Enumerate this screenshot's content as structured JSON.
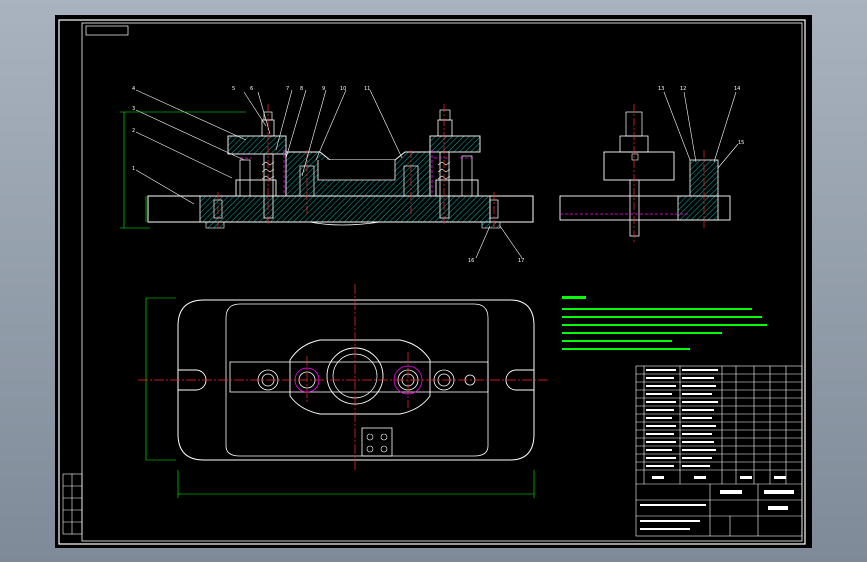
{
  "colors": {
    "background": "#000000",
    "outline": "#ffffff",
    "dimension": "#00ff00",
    "centerline": "#ff2a2a",
    "hidden": "#ff00ff",
    "cyan": "#00ffff",
    "yellow": "#ffff00",
    "hatch": "#00b0b0",
    "chrome": "#8f9aa7"
  },
  "drawing": {
    "part_labels_front": [
      "4",
      "3",
      "2",
      "1",
      "5",
      "6",
      "7",
      "8",
      "9",
      "10",
      "11"
    ],
    "part_labels_side": [
      "13",
      "12",
      "14",
      "15"
    ],
    "part_labels_bottom": [
      "16",
      "17"
    ]
  }
}
